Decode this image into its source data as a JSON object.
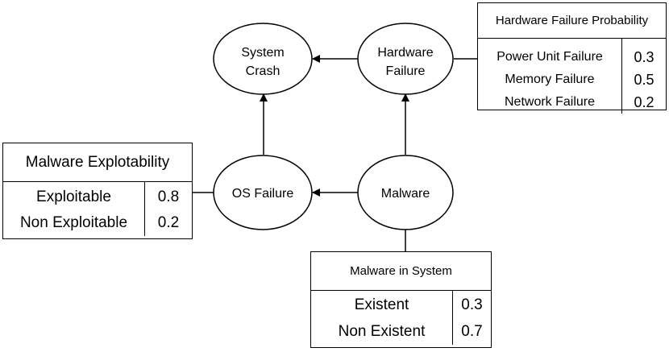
{
  "nodes": {
    "system_crash": [
      "System",
      "Crash"
    ],
    "hardware_failure": [
      "Hardware",
      "Failure"
    ],
    "os_failure": "OS Failure",
    "malware": "Malware"
  },
  "tables": {
    "hardware": {
      "title": "Hardware Failure Probability",
      "rows": [
        {
          "label": "Power Unit Failure",
          "value": "0.3"
        },
        {
          "label": "Memory Failure",
          "value": "0.5"
        },
        {
          "label": "Network Failure",
          "value": "0.2"
        }
      ]
    },
    "exploitability": {
      "title": "Malware Explotability",
      "rows": [
        {
          "label": "Exploitable",
          "value": "0.8"
        },
        {
          "label": "Non Exploitable",
          "value": "0.2"
        }
      ]
    },
    "in_system": {
      "title": "Malware in System",
      "rows": [
        {
          "label": "Existent",
          "value": "0.3"
        },
        {
          "label": "Non Existent",
          "value": "0.7"
        }
      ]
    }
  }
}
